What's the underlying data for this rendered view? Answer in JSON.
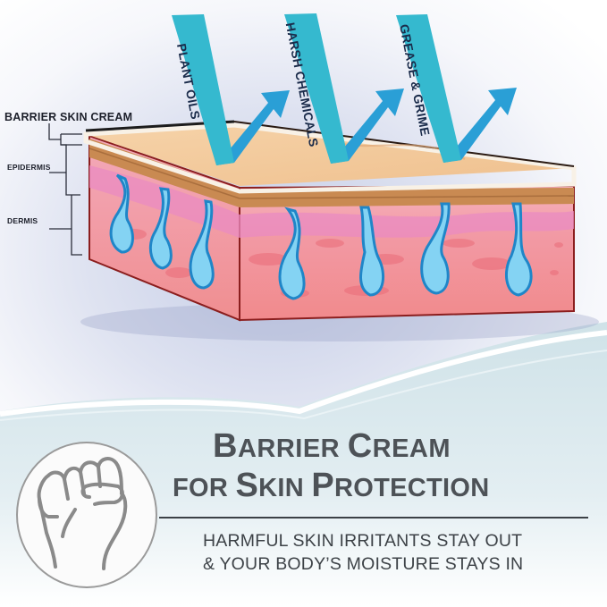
{
  "diagram": {
    "layer_labels": {
      "barrier_cream": "BARRIER SKIN CREAM",
      "epidermis": "EPIDERMIS",
      "dermis": "DERMIS"
    },
    "irritant_arrows": [
      {
        "label": "PLANT OILS"
      },
      {
        "label": "HARSH CHEMICALS"
      },
      {
        "label": "GREASE & GRIME"
      }
    ],
    "colors": {
      "arrow_teal": "#35b9cf",
      "arrow_blue": "#2a9fd6",
      "cream_layer": "#f0c99a",
      "epidermis_band": "#c98a52",
      "dermis_pink": "#f4a2a6",
      "droplet_blue": "#7fcff0",
      "title_gray": "#4d5257"
    }
  },
  "headline": {
    "line1_first_cap": "B",
    "line1_first_rest": "ARRIER ",
    "line1_second_cap": "C",
    "line1_second_rest": "REAM",
    "line2_small": "FOR ",
    "line2_cap1": "S",
    "line2_rest1": "KIN ",
    "line2_cap2": "P",
    "line2_rest2": "ROTECTION"
  },
  "subtitle": {
    "line1": "HARMFUL SKIN IRRITANTS STAY OUT",
    "line2": "& YOUR BODY’S MOISTURE STAYS IN"
  },
  "badge": {
    "icon": "raised-fist-icon"
  }
}
